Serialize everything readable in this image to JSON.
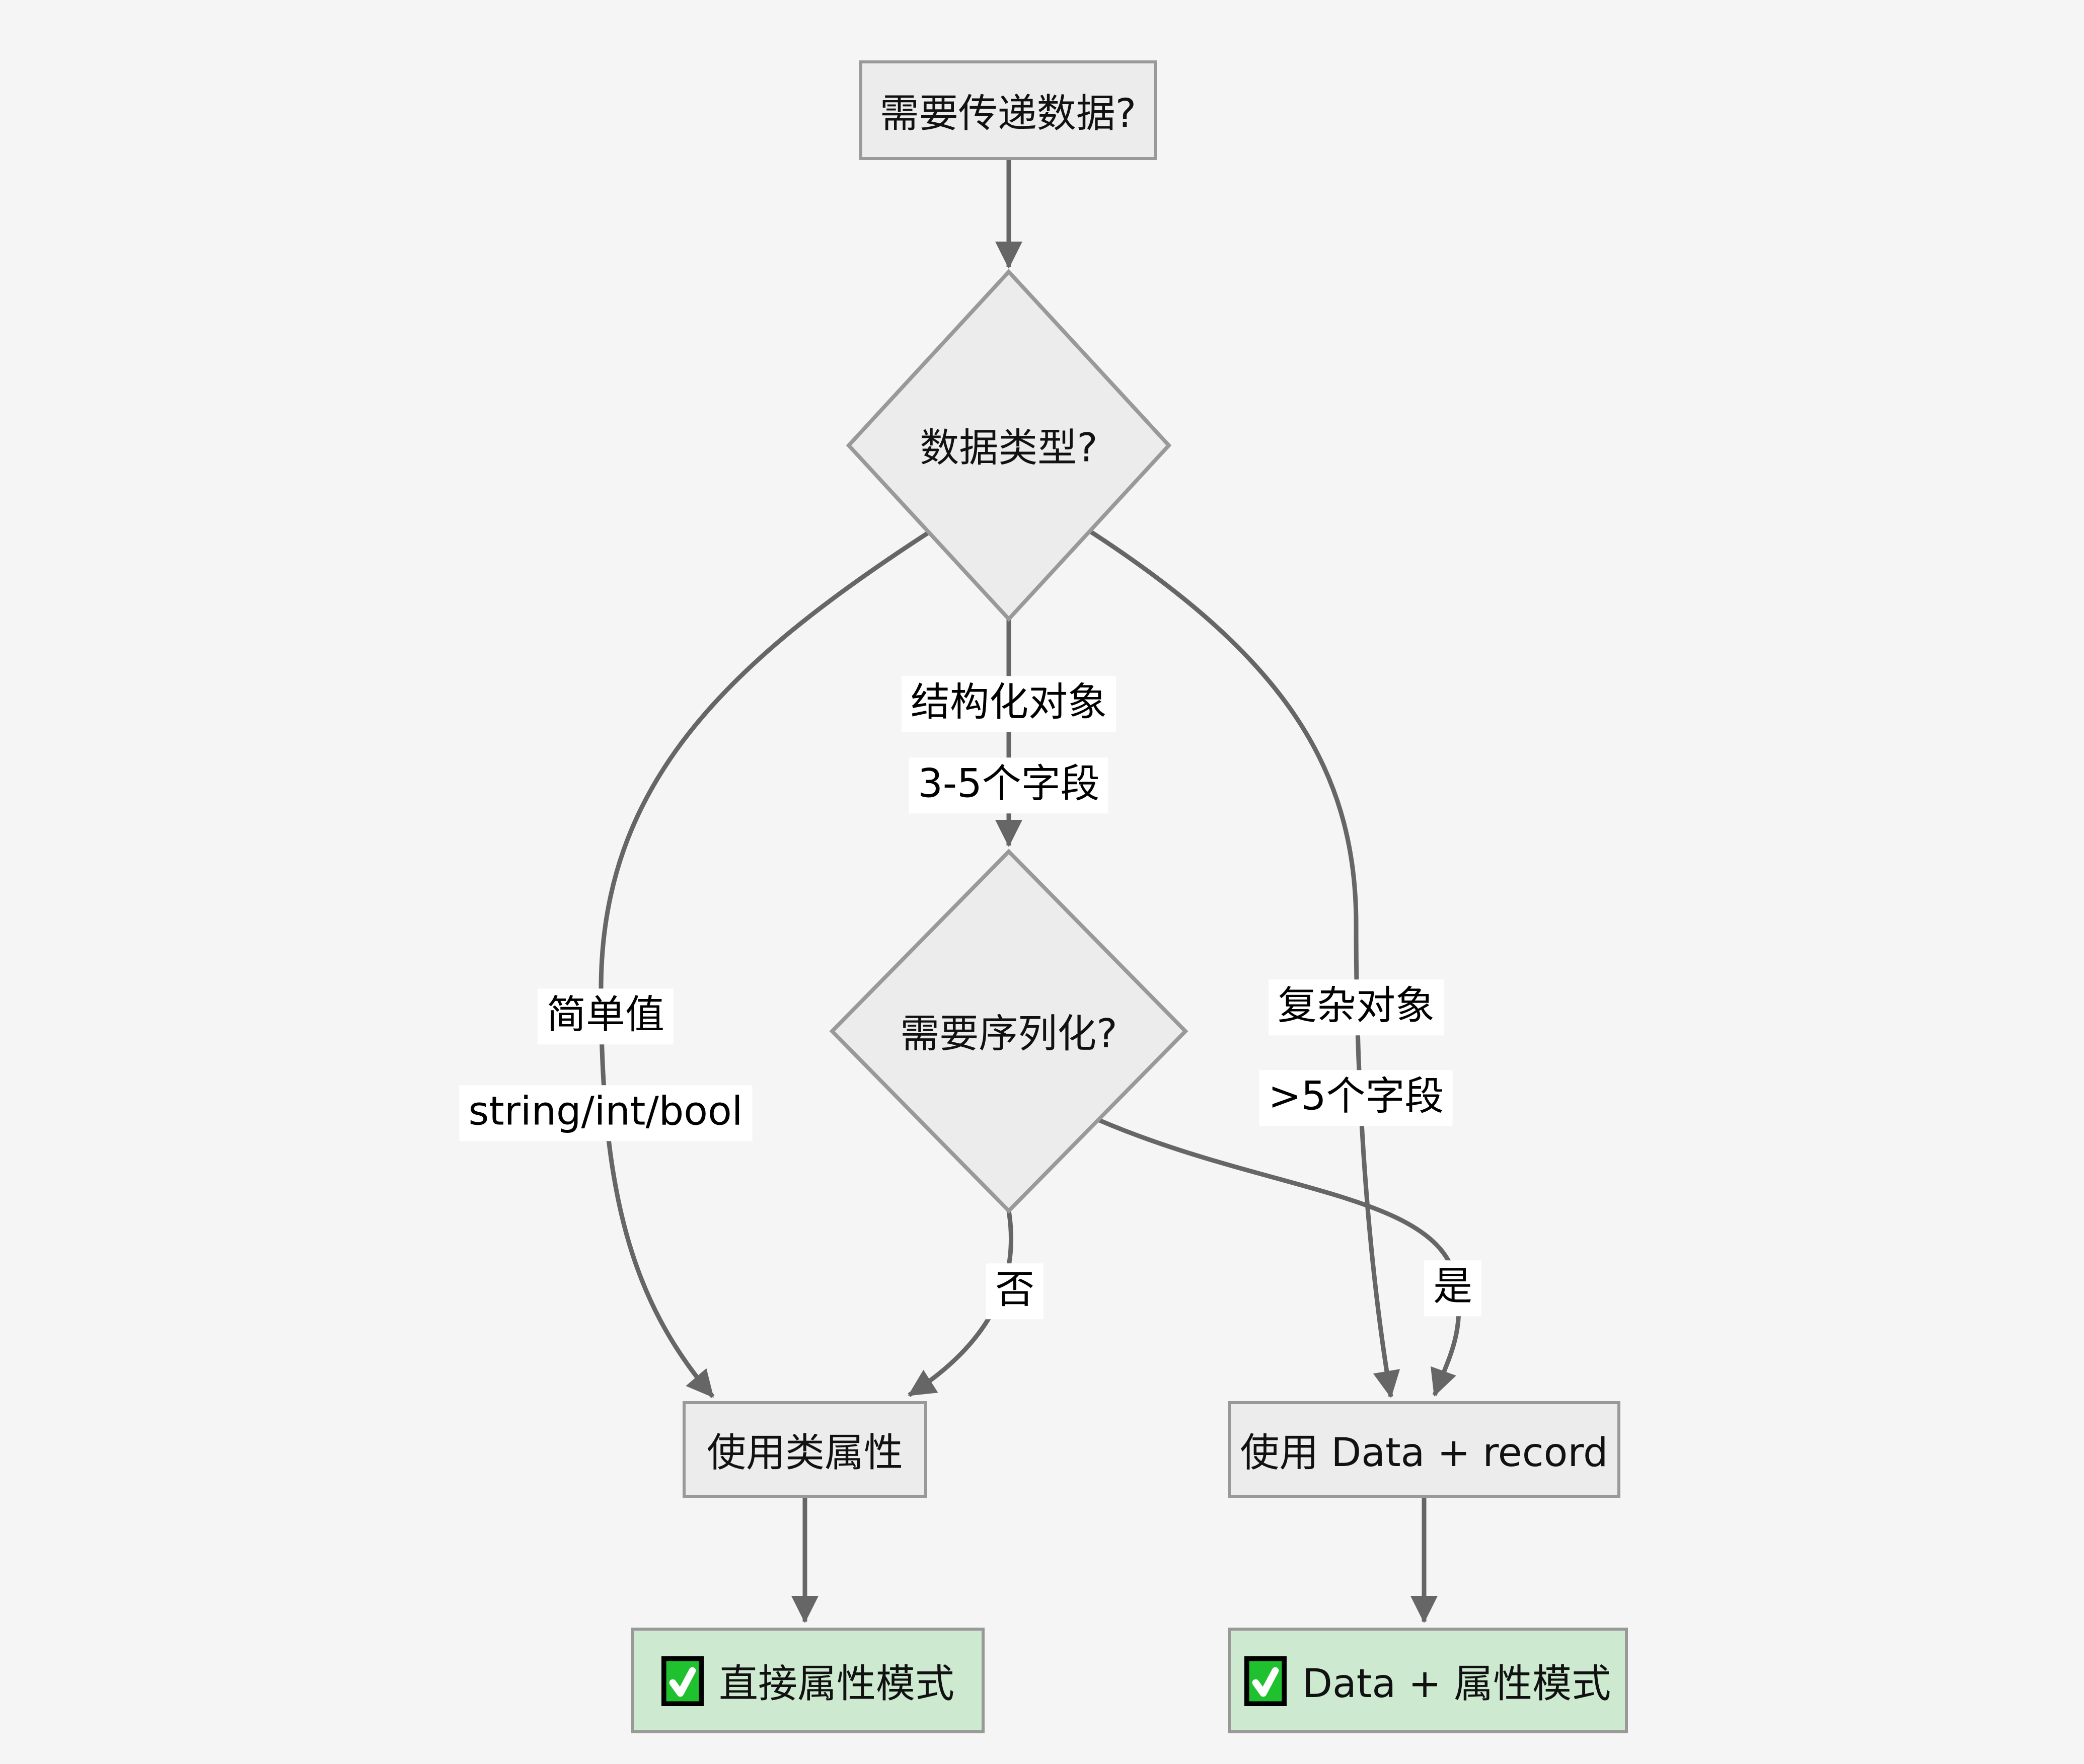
{
  "diagram": {
    "type": "flowchart",
    "direction": "top-down",
    "colors": {
      "background": "#f5f5f5",
      "node_fill": "#ececec",
      "node_border": "#999999",
      "edge_color": "#666666",
      "label_bg": "#ffffff",
      "result_fill": "#cde9cf",
      "check_green": "#1fc12f"
    },
    "nodes": {
      "start": {
        "label": "需要传递数据?"
      },
      "data_type": {
        "label": "数据类型?"
      },
      "need_serialization": {
        "label": "需要序列化?"
      },
      "use_class_attribute": {
        "label": "使用类属性"
      },
      "use_data_record": {
        "label": "使用 Data + record"
      },
      "direct_attribute_mode": {
        "icon": "✅",
        "label": "直接属性模式"
      },
      "data_attribute_mode": {
        "icon": "✅",
        "label": "Data + 属性模式"
      }
    },
    "edge_labels": {
      "structured": {
        "line1": "结构化对象",
        "line2": "3-5个字段"
      },
      "simple": {
        "line1": "简单值",
        "line2": "string/int/bool"
      },
      "complex": {
        "line1": "复杂对象",
        "line2": ">5个字段"
      },
      "no": "否",
      "yes": "是"
    }
  }
}
